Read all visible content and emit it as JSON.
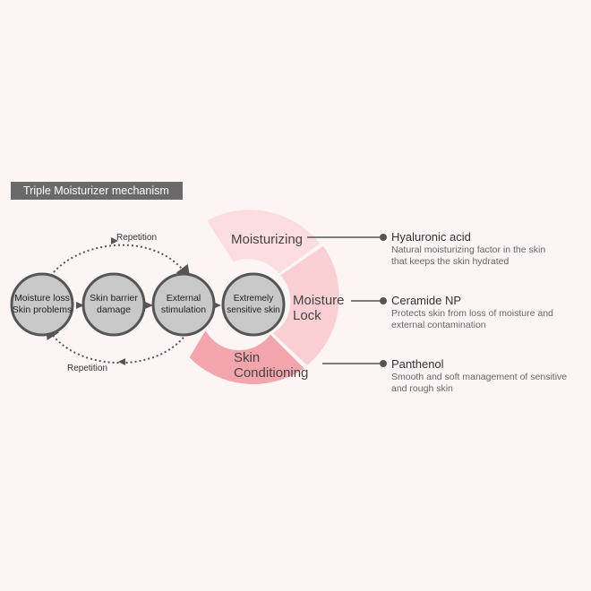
{
  "title": "Triple Moisturizer mechanism",
  "cycle": {
    "nodes": [
      {
        "line1": "Moisture loss",
        "line2": "Skin problems"
      },
      {
        "line1": "Skin barrier",
        "line2": "damage"
      },
      {
        "line1": "External",
        "line2": "stimulation"
      },
      {
        "line1": "Extremely",
        "line2": "sensitive skin"
      }
    ],
    "top_label": "Repetition",
    "bottom_label": "Repetition"
  },
  "segments": {
    "moisturizing": "Moisturizing",
    "lock_line1": "Moisture",
    "lock_line2": "Lock",
    "cond_line1": "Skin",
    "cond_line2": "Conditioning"
  },
  "ingredients": [
    {
      "name": "Hyaluronic acid",
      "desc1": "Natural moisturizing factor in the skin",
      "desc2": "that keeps the skin hydrated"
    },
    {
      "name": "Ceramide NP",
      "desc1": "Protects skin from loss of moisture and",
      "desc2": "external contamination"
    },
    {
      "name": "Panthenol",
      "desc1": "Smooth and soft management of sensitive",
      "desc2": "and rough skin"
    }
  ],
  "colors": {
    "background": "#fdf4f4",
    "segment_light": "#fbdcdf",
    "segment_mid": "#f9cfd3",
    "segment_dark": "#f2a5ac",
    "node_fill": "#c8c8c8"
  }
}
